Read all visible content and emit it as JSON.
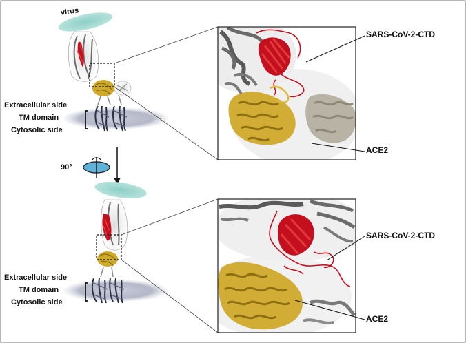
{
  "figure": {
    "top_panel": {
      "virus_label": "virus",
      "extracellular_label": "Extracellular side",
      "tm_label": "TM domain",
      "cytosolic_label": "Cytosolic side",
      "ctd_label": "SARS-CoV-2-CTD",
      "ace2_label": "ACE2"
    },
    "rotation": {
      "label": "90°"
    },
    "bottom_panel": {
      "extracellular_label": "Extracellular side",
      "tm_label": "TM domain",
      "cytosolic_label": "Cytosolic side",
      "ctd_label": "SARS-CoV-2-CTD",
      "ace2_label": "ACE2"
    }
  },
  "colors": {
    "ctd_red": "#c4101e",
    "ace2_gold": "#cfa92a",
    "membrane_gray": "#9ea3b5",
    "virus_teal": "#8ccfc6",
    "rotation_blue": "#5fb2d8",
    "structure_gray": "#7c7c7c",
    "tm_navy": "#2a3146"
  }
}
